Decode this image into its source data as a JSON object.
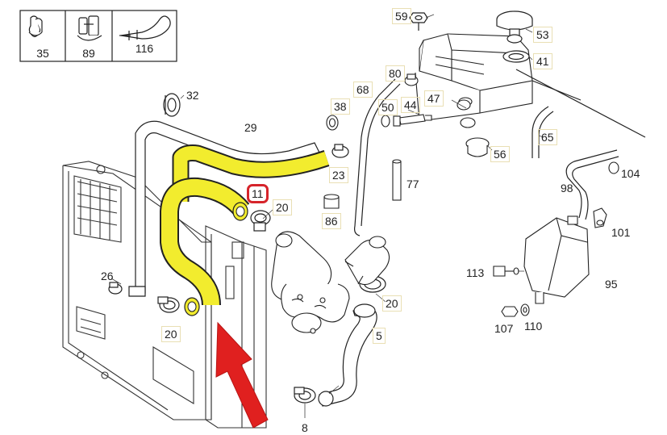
{
  "diagram": {
    "highlight_color": "#f2ec2e",
    "arrow_color": "#e0201f",
    "circle_color": "#d6242b",
    "legend": [
      {
        "label": "35",
        "icon": "hose-clamp-clip-icon"
      },
      {
        "label": "89",
        "icon": "double-clip-icon"
      },
      {
        "label": "116",
        "icon": "cable-tie-clip-icon"
      }
    ],
    "callouts": {
      "c59": "59",
      "c53": "53",
      "c41": "41",
      "c80": "80",
      "c68": "68",
      "c32": "32",
      "c38": "38",
      "c50": "50",
      "c44": "44",
      "c47": "47",
      "c29": "29",
      "c65": "65",
      "c56": "56",
      "c104": "104",
      "c23": "23",
      "c77": "77",
      "c11": "11",
      "c20a": "20",
      "c98": "98",
      "c86": "86",
      "c101": "101",
      "c26": "26",
      "c113": "113",
      "c95": "95",
      "c20b": "20",
      "c20c": "20",
      "c107": "107",
      "c110": "110",
      "c5": "5",
      "c8": "8"
    }
  }
}
